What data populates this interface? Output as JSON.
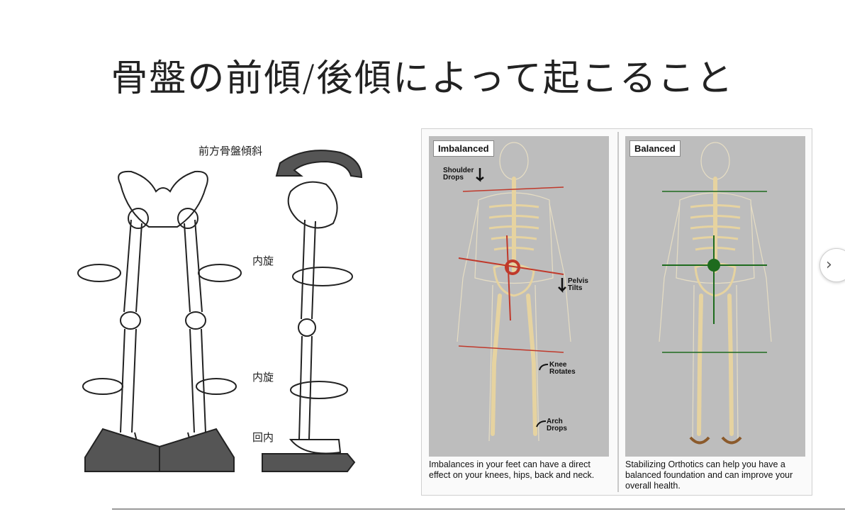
{
  "title": "骨盤の前傾/後傾によって起こること",
  "left_figure": {
    "labels": {
      "anterior_tilt": "前方骨盤傾斜",
      "internal_rotation_upper": "内旋",
      "internal_rotation_lower": "内旋",
      "pronation": "回内"
    }
  },
  "right_figure": {
    "imbalanced": {
      "tag": "Imbalanced",
      "shoulder": "Shoulder\nDrops",
      "pelvis": "Pelvis\nTilts",
      "knee": "Knee\nRotates",
      "arch": "Arch\nDrops",
      "caption": "Imbalances in your feet can have a direct effect on your knees, hips, back and neck."
    },
    "balanced": {
      "tag": "Balanced",
      "caption": "Stabilizing Orthotics can help you have a balanced foundation and can improve your overall health."
    },
    "colors": {
      "imbalance_line": "#c0392b",
      "balance_line": "#1e6b1e",
      "bone": "#e6d3a0"
    }
  },
  "carousel": {
    "next_icon": "›"
  }
}
